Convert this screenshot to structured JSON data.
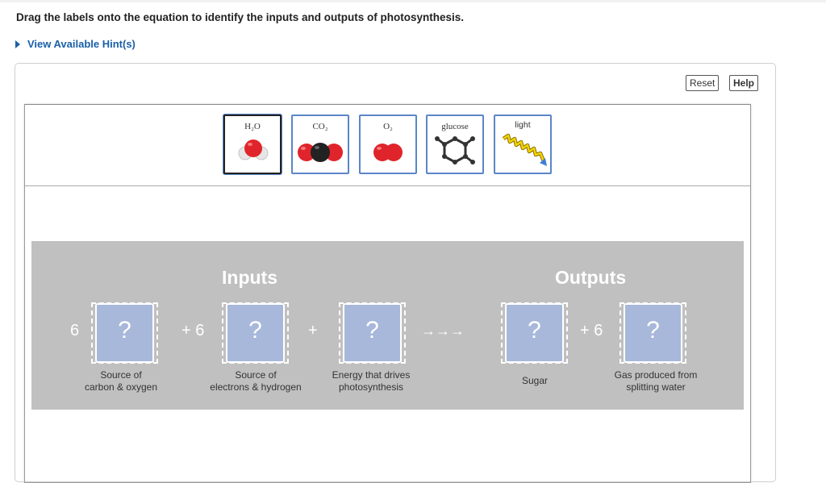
{
  "question": "Drag the labels onto the equation to identify the inputs and outputs of photosynthesis.",
  "hint_label": "View Available Hint(s)",
  "buttons": {
    "reset": "Reset",
    "help": "Help"
  },
  "labels": [
    {
      "text": "H₂O",
      "icon": "water-molecule-icon"
    },
    {
      "text": "CO₂",
      "icon": "carbon-dioxide-molecule-icon"
    },
    {
      "text": "O₂",
      "icon": "oxygen-molecule-icon"
    },
    {
      "text": "glucose",
      "icon": "glucose-ring-icon"
    },
    {
      "text": "light",
      "icon": "light-zigzag-icon"
    }
  ],
  "equation": {
    "inputs_heading": "Inputs",
    "outputs_heading": "Outputs",
    "coefficients": [
      "6",
      "+ 6",
      "+",
      "→→→",
      "+ 6"
    ],
    "placeholder": "?",
    "targets": [
      {
        "line1": "Source of",
        "line2": "carbon & oxygen"
      },
      {
        "line1": "Source of",
        "line2": "electrons & hydrogen"
      },
      {
        "line1": "Energy that drives",
        "line2": "photosynthesis"
      },
      {
        "line1": "Sugar",
        "line2": ""
      },
      {
        "line1": "Gas produced from",
        "line2": "splitting water"
      }
    ]
  },
  "colors": {
    "link": "#1a5fa8",
    "tile_border": "#5b86c9",
    "drop_zone": "#a7b8da",
    "board": "#c0c0c0",
    "oxygen_atom": "#e0242b",
    "carbon_atom": "#222222",
    "light_arrow": "#f2d500"
  }
}
